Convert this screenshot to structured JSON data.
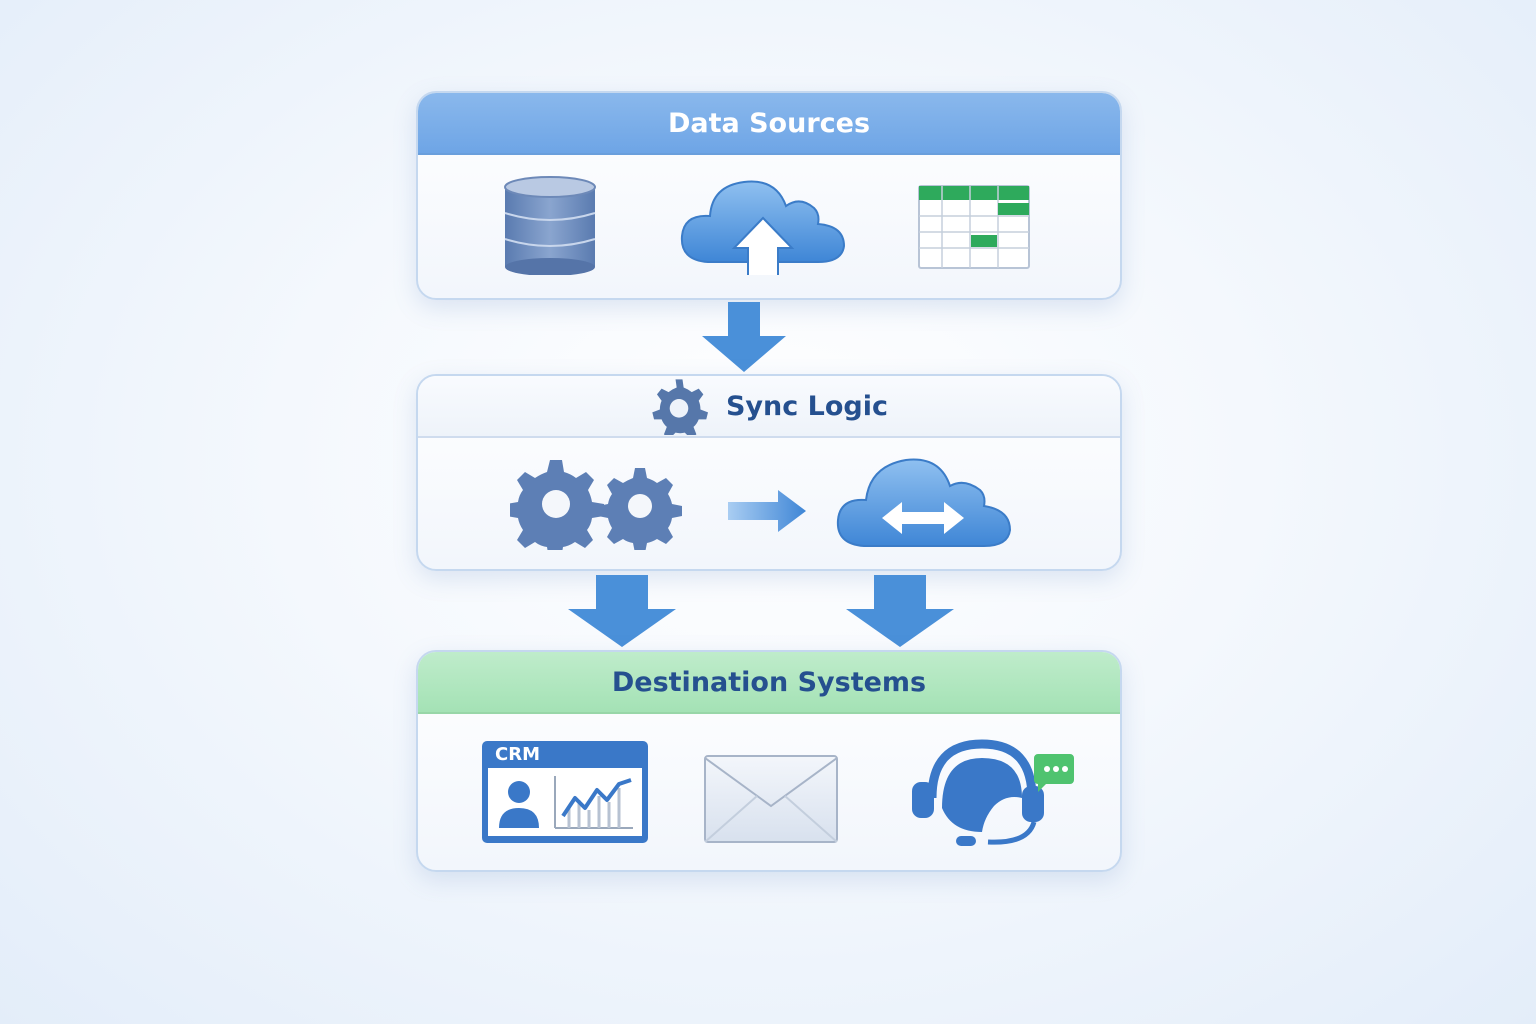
{
  "sources": {
    "title": "Data Sources",
    "icons": [
      "database-icon",
      "cloud-upload-icon",
      "spreadsheet-icon"
    ]
  },
  "sync": {
    "title": "Sync Logic",
    "icons": [
      "gear-icon",
      "gears-icon",
      "arrow-right-icon",
      "cloud-sync-icon"
    ]
  },
  "destinations": {
    "title": "Destination Systems",
    "crm_label": "CRM",
    "icons": [
      "crm-dashboard-icon",
      "email-icon",
      "support-headset-icon"
    ]
  },
  "colors": {
    "primary_blue": "#4a90d9",
    "header_blue": "#7aaee8",
    "header_green": "#aee6bd",
    "title_text": "#25508f",
    "accent_green": "#2eaa5c"
  }
}
